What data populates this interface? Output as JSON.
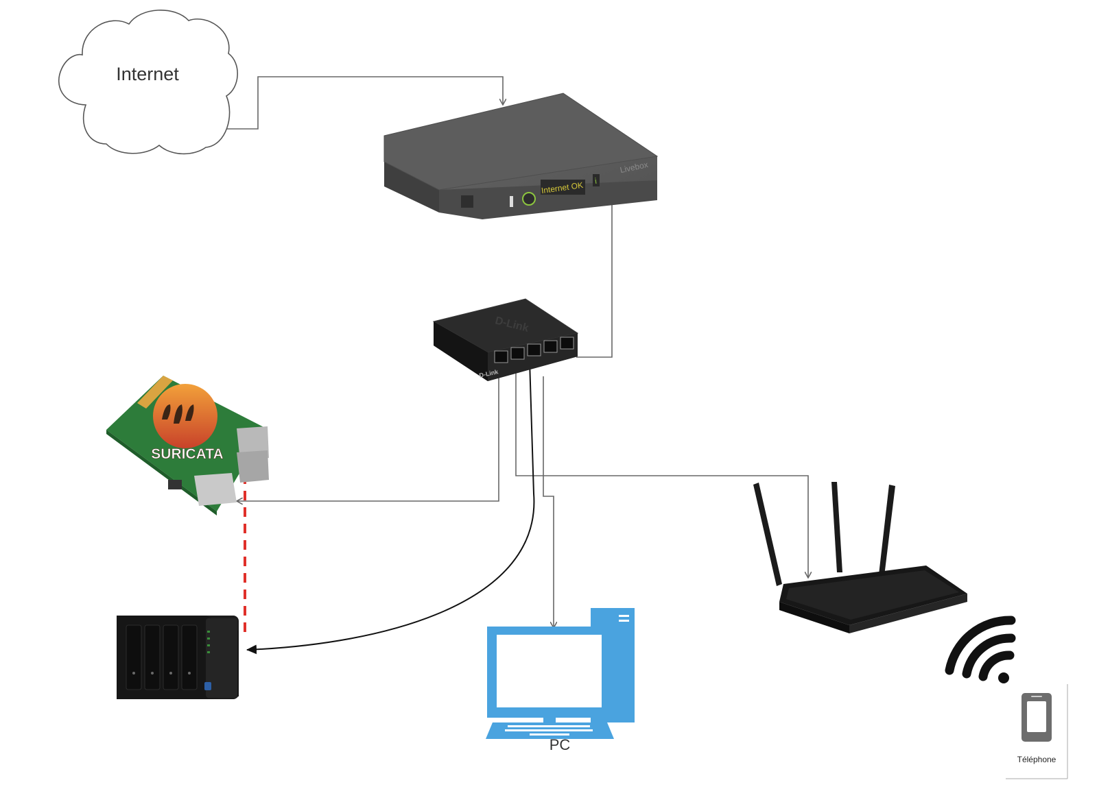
{
  "nodes": {
    "internet": {
      "label": "Internet",
      "icon": "cloud-icon"
    },
    "livebox": {
      "brand": "Livebox",
      "display": "Internet OK",
      "info": "i",
      "icon": "router-box-icon"
    },
    "switch": {
      "brand": "D-Link",
      "icon": "network-switch-icon"
    },
    "suricata": {
      "logo_text": "SURICATA",
      "icon": "raspberry-pi-icon"
    },
    "nas": {
      "icon": "nas-icon"
    },
    "pc": {
      "label": "PC",
      "icon": "desktop-computer-icon"
    },
    "wifi_router": {
      "icon": "wifi-router-icon"
    },
    "phone": {
      "label": "Téléphone",
      "icon": "smartphone-icon"
    },
    "wifi_signal": {
      "icon": "wifi-signal-icon"
    }
  },
  "colors": {
    "connector": "#666666",
    "mirror_link": "#e0302a",
    "pc_blue": "#4aa3df",
    "device_dark": "#1c1c1c"
  }
}
